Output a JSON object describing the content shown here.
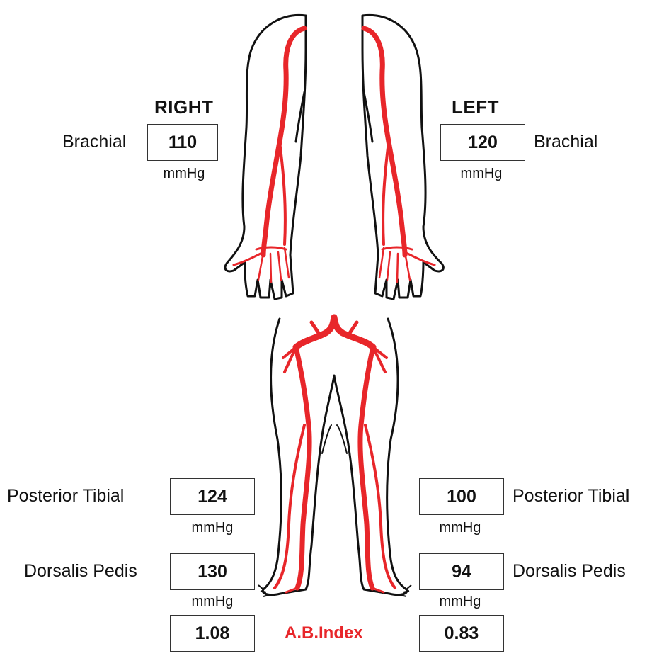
{
  "sides": {
    "right_title": "RIGHT",
    "left_title": "LEFT"
  },
  "right": {
    "brachial": {
      "label": "Brachial",
      "value": "110",
      "unit": "mmHg"
    },
    "posterior_tibial": {
      "label": "Posterior Tibial",
      "value": "124",
      "unit": "mmHg"
    },
    "dorsalis_pedis": {
      "label": "Dorsalis Pedis",
      "value": "130",
      "unit": "mmHg"
    },
    "abi": "1.08"
  },
  "left": {
    "brachial": {
      "label": "Brachial",
      "value": "120",
      "unit": "mmHg"
    },
    "posterior_tibial": {
      "label": "Posterior Tibial",
      "value": "100",
      "unit": "mmHg"
    },
    "dorsalis_pedis": {
      "label": "Dorsalis Pedis",
      "value": "94",
      "unit": "mmHg"
    },
    "abi": "0.83"
  },
  "abi_label": "A.B.Index",
  "colors": {
    "artery": "#e8262a",
    "outline": "#111111",
    "abi_label": "#e8262a"
  }
}
